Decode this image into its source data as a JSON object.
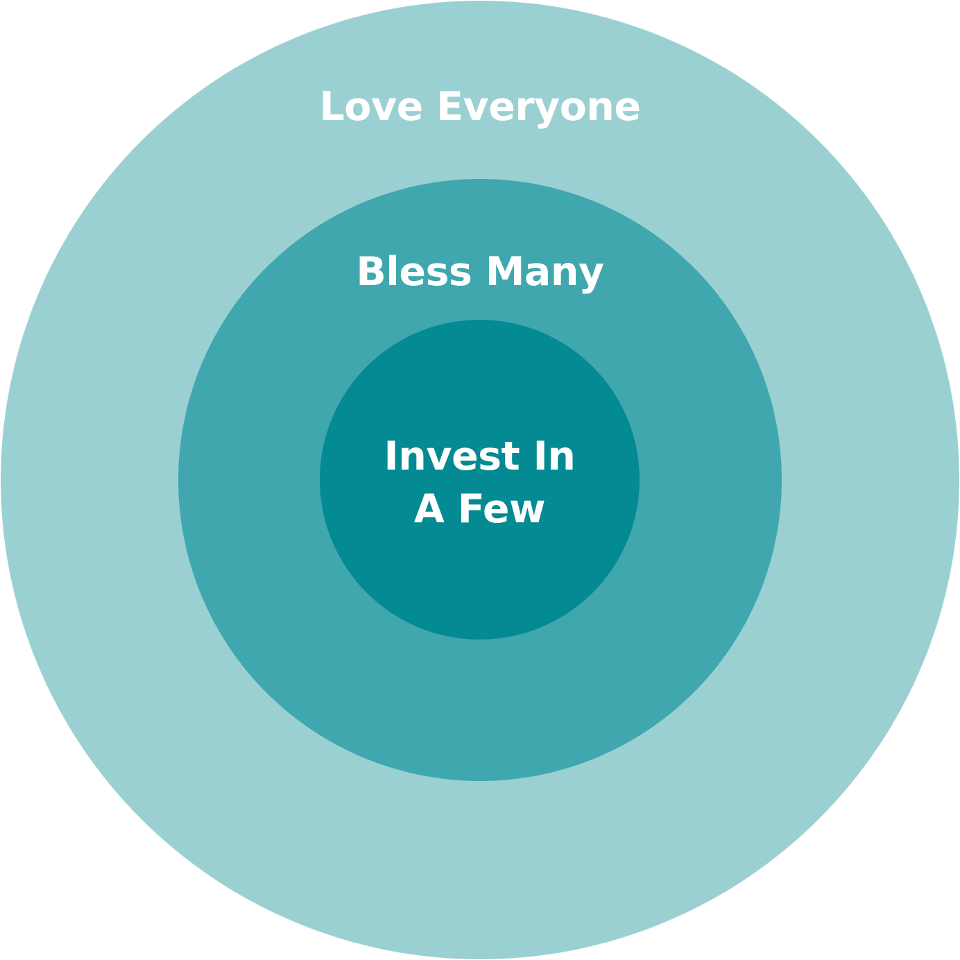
{
  "diagram": {
    "rings": [
      {
        "label": "Love Everyone",
        "color": "#9bd0d3"
      },
      {
        "label": "Bless Many",
        "color": "#40a7ae"
      },
      {
        "label_lines": [
          "Invest In",
          "A Few"
        ],
        "color": "#038a92"
      }
    ]
  }
}
